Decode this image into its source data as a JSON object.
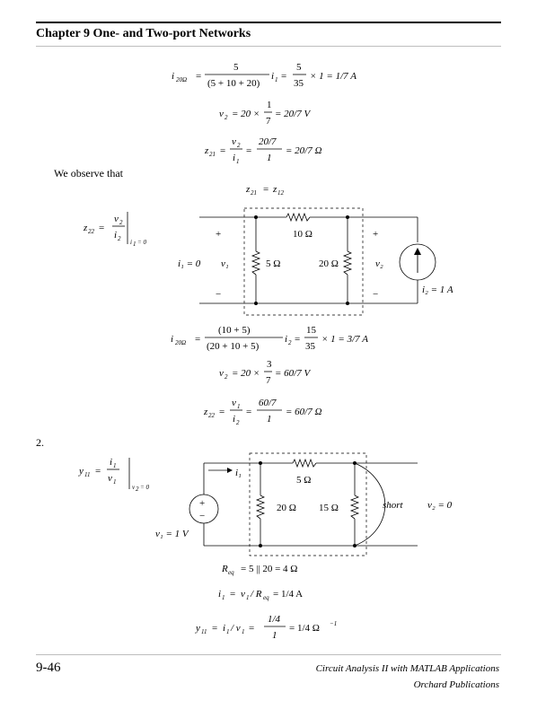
{
  "header": {
    "chapter_title": "Chapter 9  One- and Two-port Networks"
  },
  "text": {
    "observe": "We observe that",
    "item_number": "2."
  },
  "equations": {
    "eq1": "i20Ω = 5/(5+10+20) · i1 = 5/35 × 1 = 1/7 A",
    "eq2": "v2 = 20 × 1/7 = 20/7 V",
    "eq3": "z21 = v2/i1 = (20/7)/1 = 20/7 Ω",
    "eq4": "z21 = z12",
    "eq5": "z22 = v2/i2 | i1 = 0",
    "eq6": "i20Ω = (10+5)/(20+10+5) · i2 = 15/35 × 1 = 3/7 A",
    "eq7": "v2 = 20 × 3/7 = 60/7 V",
    "eq8": "z22 = v1/i2 = (60/7)/1 = 60/7 Ω",
    "eq9": "y11 = i1/v1 | v2 = 0",
    "eq10": "Req = 5 || 20 = 4 Ω",
    "eq11": "i1 = v1/Req = 1/4 A",
    "eq12": "y11 = i1/v1 = (1/4)/1 = 1/4 Ω^-1"
  },
  "circuit1": {
    "r_top": "10 Ω",
    "r_left": "5 Ω",
    "r_right": "20 Ω",
    "i1_label": "i₁ = 0",
    "v1_label": "v₁",
    "v2_label": "v₂",
    "i2_label": "i₂ = 1 A",
    "plus": "+",
    "minus": "−"
  },
  "circuit2": {
    "r_top": "5 Ω",
    "r_left": "20 Ω",
    "r_right": "15 Ω",
    "i1_label": "i₁",
    "v1_label": "v₁ = 1 V",
    "v2_label": "v₂ = 0",
    "short_label": "short"
  },
  "footer": {
    "page_number": "9-46",
    "book_title": "Circuit Analysis II with MATLAB Applications",
    "publisher": "Orchard Publications"
  }
}
